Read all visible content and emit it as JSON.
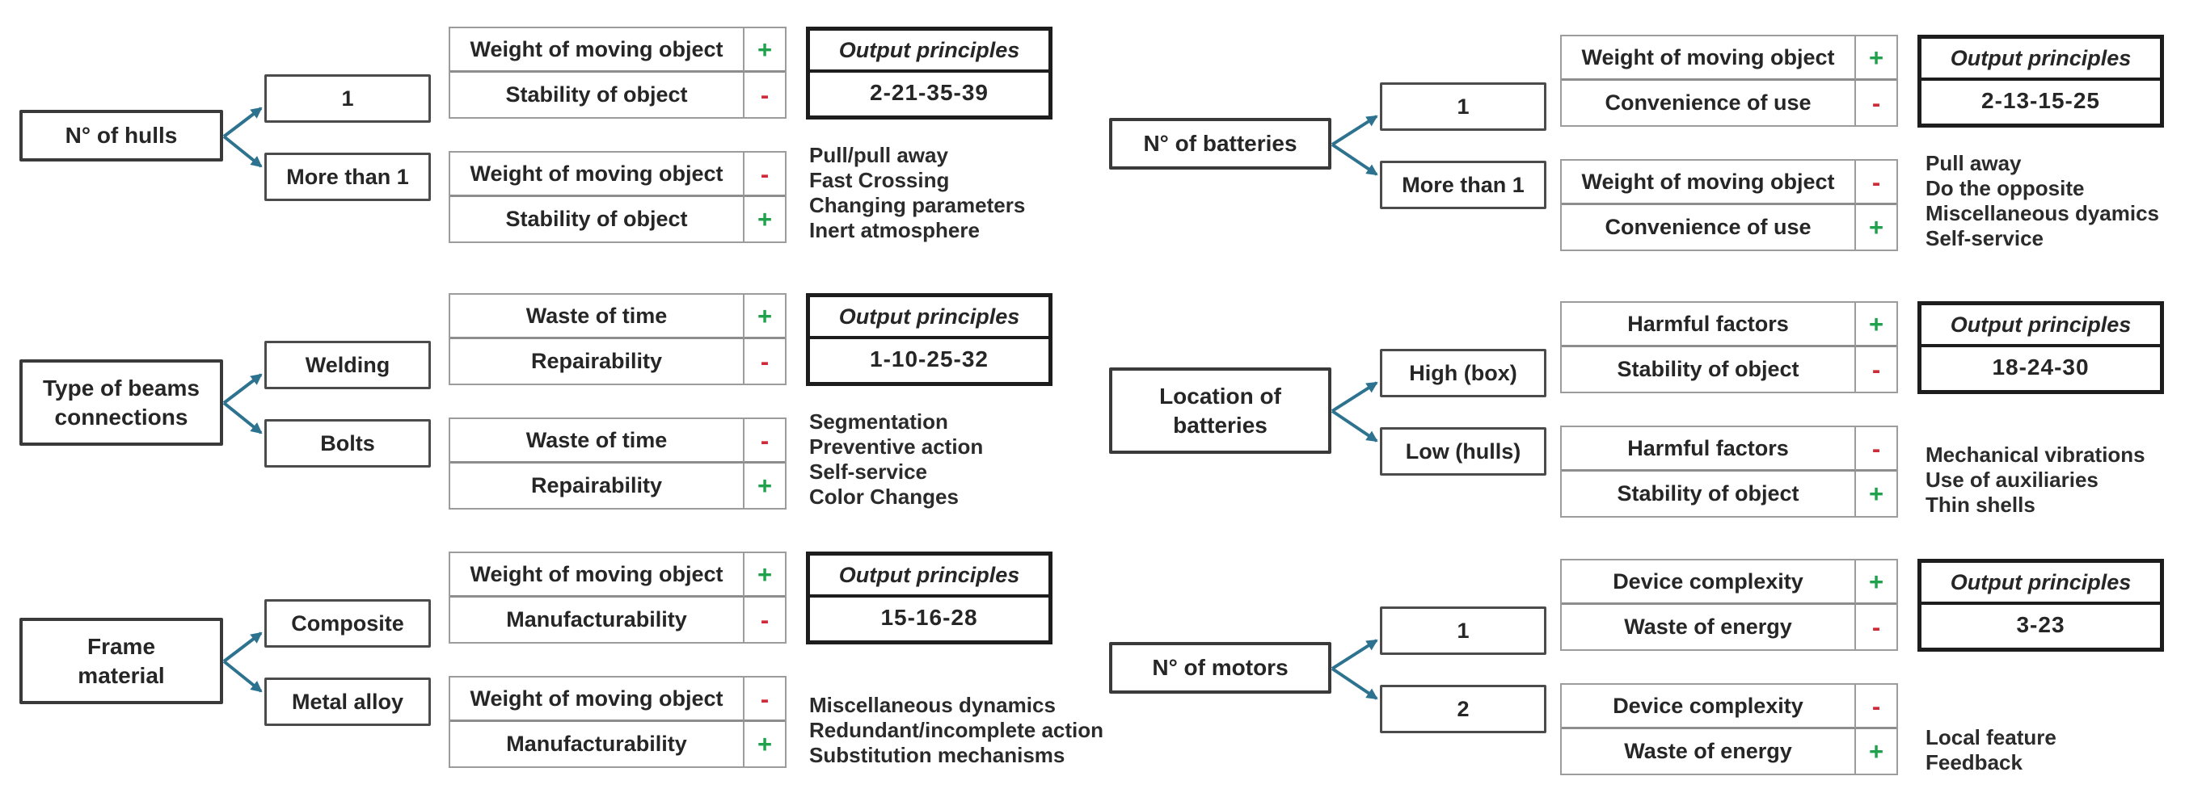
{
  "colors": {
    "plus_green": "#1fa24b",
    "minus_red": "#cf2a3a",
    "arrow_teal": "#2d7390"
  },
  "groups": [
    {
      "name": "n-of-hulls",
      "column": "left",
      "row": 0,
      "category_lines": [
        "N° of hulls"
      ],
      "options": [
        {
          "label": "1",
          "parameters": [
            {
              "name": "Weight of moving object",
              "sign": "+"
            },
            {
              "name": "Stability of object",
              "sign": "-"
            }
          ],
          "output_principles": {
            "header": "Output principles",
            "value": "2-21-35-39"
          }
        },
        {
          "label": "More than 1",
          "parameters": [
            {
              "name": "Weight of moving object",
              "sign": "-"
            },
            {
              "name": "Stability of object",
              "sign": "+"
            }
          ],
          "principles": [
            "Pull/pull away",
            "Fast Crossing",
            "Changing parameters",
            "Inert atmosphere"
          ]
        }
      ]
    },
    {
      "name": "type-of-beams-connections",
      "column": "left",
      "row": 1,
      "category_lines": [
        "Type of beams",
        "connections"
      ],
      "options": [
        {
          "label": "Welding",
          "parameters": [
            {
              "name": "Waste of time",
              "sign": "+"
            },
            {
              "name": "Repairability",
              "sign": "-"
            }
          ],
          "output_principles": {
            "header": "Output principles",
            "value": "1-10-25-32"
          }
        },
        {
          "label": "Bolts",
          "parameters": [
            {
              "name": "Waste of time",
              "sign": "-"
            },
            {
              "name": "Repairability",
              "sign": "+"
            }
          ],
          "principles": [
            "Segmentation",
            "Preventive action",
            "Self-service",
            "Color Changes"
          ]
        }
      ]
    },
    {
      "name": "frame-material",
      "column": "left",
      "row": 2,
      "category_lines": [
        "Frame",
        "material"
      ],
      "options": [
        {
          "label": "Composite",
          "parameters": [
            {
              "name": "Weight of moving object",
              "sign": "+"
            },
            {
              "name": "Manufacturability",
              "sign": "-"
            }
          ],
          "output_principles": {
            "header": "Output principles",
            "value": "15-16-28"
          }
        },
        {
          "label": "Metal alloy",
          "parameters": [
            {
              "name": "Weight of moving object",
              "sign": "-"
            },
            {
              "name": "Manufacturability",
              "sign": "+"
            }
          ],
          "principles": [
            "Miscellaneous dynamics",
            "Redundant/incomplete action",
            "Substitution mechanisms"
          ]
        }
      ]
    },
    {
      "name": "n-of-batteries",
      "column": "right",
      "row": 0,
      "category_lines": [
        "N° of batteries"
      ],
      "options": [
        {
          "label": "1",
          "parameters": [
            {
              "name": "Weight of moving object",
              "sign": "+"
            },
            {
              "name": "Convenience of use",
              "sign": "-"
            }
          ],
          "output_principles": {
            "header": "Output principles",
            "value": "2-13-15-25"
          }
        },
        {
          "label": "More than 1",
          "parameters": [
            {
              "name": "Weight of moving object",
              "sign": "-"
            },
            {
              "name": "Convenience of use",
              "sign": "+"
            }
          ],
          "principles": [
            "Pull away",
            "Do the opposite",
            "Miscellaneous dyamics",
            "Self-service"
          ]
        }
      ]
    },
    {
      "name": "location-of-batteries",
      "column": "right",
      "row": 1,
      "category_lines": [
        "Location of",
        "batteries"
      ],
      "options": [
        {
          "label": "High (box)",
          "parameters": [
            {
              "name": "Harmful factors",
              "sign": "+"
            },
            {
              "name": "Stability of object",
              "sign": "-"
            }
          ],
          "output_principles": {
            "header": "Output principles",
            "value": "18-24-30"
          }
        },
        {
          "label": "Low (hulls)",
          "parameters": [
            {
              "name": "Harmful factors",
              "sign": "-"
            },
            {
              "name": "Stability of object",
              "sign": "+"
            }
          ],
          "principles": [
            "Mechanical vibrations",
            "Use of auxiliaries",
            "Thin shells"
          ]
        }
      ]
    },
    {
      "name": "n-of-motors",
      "column": "right",
      "row": 2,
      "category_lines": [
        "N° of motors"
      ],
      "options": [
        {
          "label": "1",
          "parameters": [
            {
              "name": "Device complexity",
              "sign": "+"
            },
            {
              "name": "Waste of energy",
              "sign": "-"
            }
          ],
          "output_principles": {
            "header": "Output principles",
            "value": "3-23"
          }
        },
        {
          "label": "2",
          "parameters": [
            {
              "name": "Device complexity",
              "sign": "-"
            },
            {
              "name": "Waste of energy",
              "sign": "+"
            }
          ],
          "principles": [
            "Local feature",
            "Feedback"
          ]
        }
      ]
    }
  ]
}
